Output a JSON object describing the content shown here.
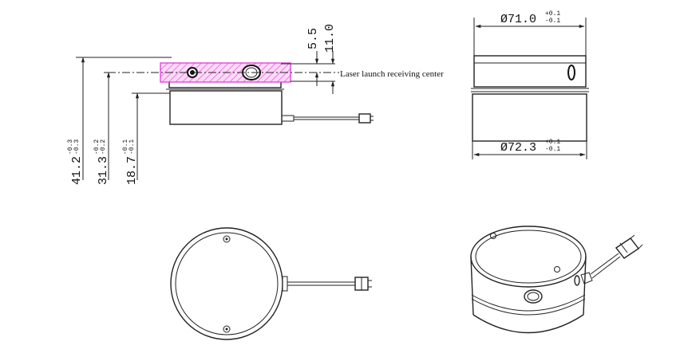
{
  "dimensions": {
    "top_diameter": "Ø71.0",
    "top_diameter_tol_upper": "+0.1",
    "top_diameter_tol_lower": "-0.1",
    "bottom_diameter": "Ø72.3",
    "bottom_diameter_tol_upper": "+0.1",
    "bottom_diameter_tol_lower": "-0.1",
    "offset_small": "5.5",
    "offset_large": "11.0",
    "height_total": "41.2",
    "height_total_tol_upper": "-0.3",
    "height_total_tol_lower": "-0.3",
    "height_center": "31.3",
    "height_center_tol_upper": "-0.2",
    "height_center_tol_lower": "-0.2",
    "height_body": "18.7",
    "height_body_tol_upper": "-0.1",
    "height_body_tol_lower": "-0.1"
  },
  "annotations": {
    "laser_center": "Laser launch receiving center"
  },
  "colors": {
    "line": "#222222",
    "highlight": "#e23bd6",
    "highlight_fill": "#f7c6f2"
  }
}
